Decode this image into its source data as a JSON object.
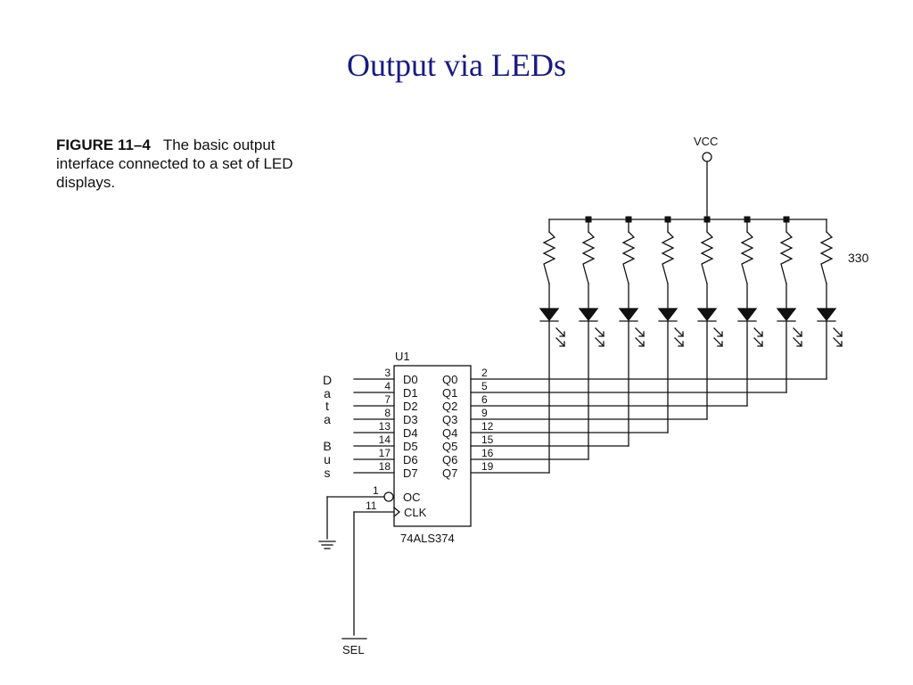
{
  "slide": {
    "title": "Output via LEDs"
  },
  "caption": {
    "figure_label": "FIGURE 11–4",
    "text": "The basic output interface connected to a set of LED displays."
  },
  "circuit": {
    "vcc_label": "VCC",
    "resistor_value": "330",
    "chip": {
      "ref": "U1",
      "part": "74ALS374",
      "inputs": [
        {
          "pin": "3",
          "name": "D0"
        },
        {
          "pin": "4",
          "name": "D1"
        },
        {
          "pin": "7",
          "name": "D2"
        },
        {
          "pin": "8",
          "name": "D3"
        },
        {
          "pin": "13",
          "name": "D4"
        },
        {
          "pin": "14",
          "name": "D5"
        },
        {
          "pin": "17",
          "name": "D6"
        },
        {
          "pin": "18",
          "name": "D7"
        }
      ],
      "outputs": [
        {
          "pin": "2",
          "name": "Q0"
        },
        {
          "pin": "5",
          "name": "Q1"
        },
        {
          "pin": "6",
          "name": "Q2"
        },
        {
          "pin": "9",
          "name": "Q3"
        },
        {
          "pin": "12",
          "name": "Q4"
        },
        {
          "pin": "15",
          "name": "Q5"
        },
        {
          "pin": "16",
          "name": "Q6"
        },
        {
          "pin": "19",
          "name": "Q7"
        }
      ],
      "control": [
        {
          "pin": "1",
          "name": "OC"
        },
        {
          "pin": "11",
          "name": "CLK"
        }
      ]
    },
    "data_bus_label": [
      "D",
      "a",
      "t",
      "a",
      "B",
      "u",
      "s"
    ],
    "sel_label": "SEL"
  }
}
